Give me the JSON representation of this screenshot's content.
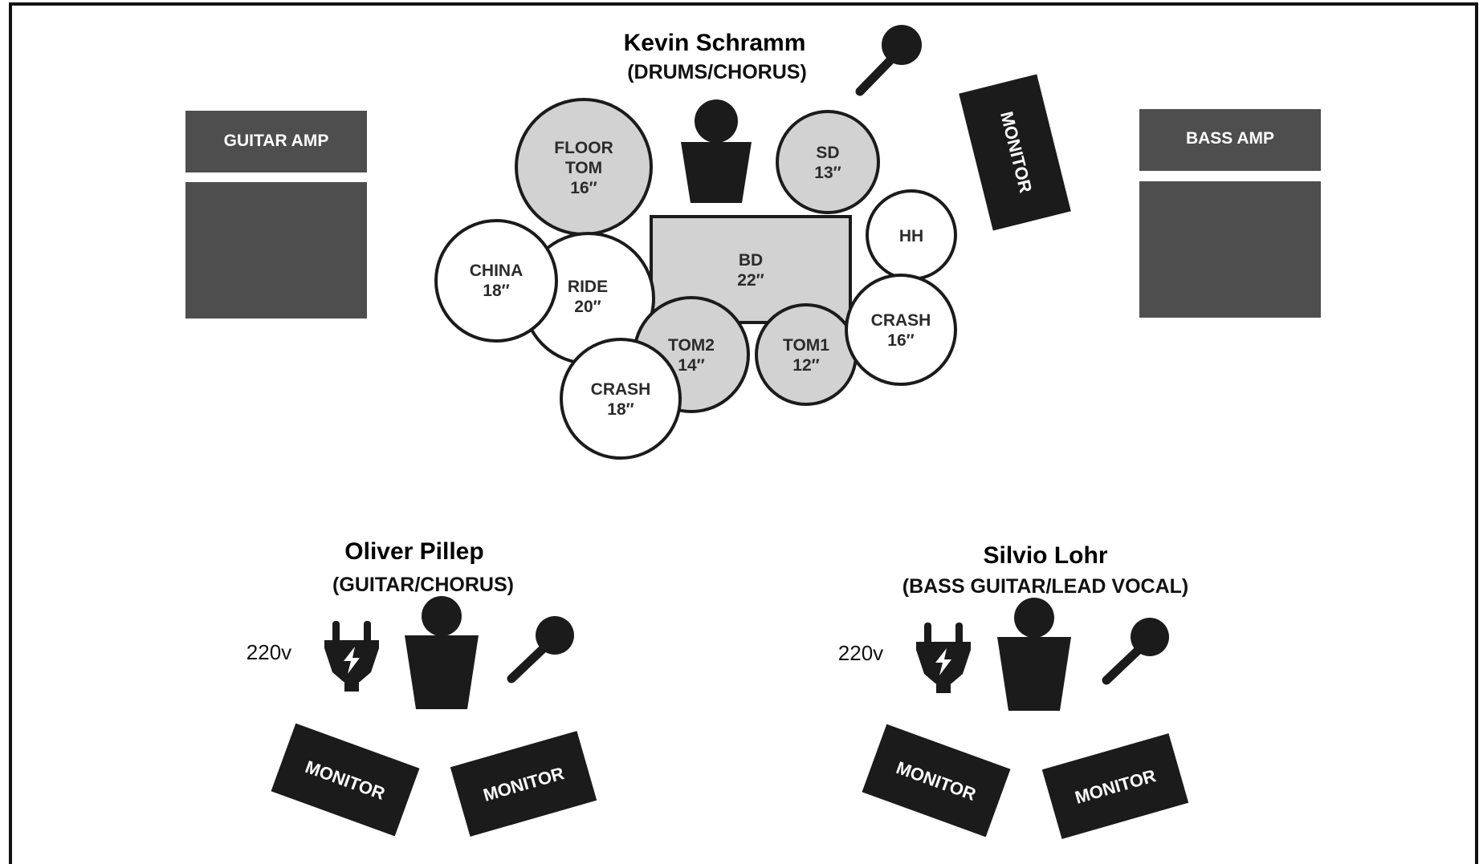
{
  "colors": {
    "ink": "#1b1b1b",
    "amp": "#4e4e4e",
    "drum_fill": "#d2d2d2",
    "cymbal_fill": "#ffffff"
  },
  "amps": {
    "guitar": "GUITAR AMP",
    "bass": "BASS AMP"
  },
  "monitor_label": "MONITOR",
  "drummer": {
    "name": "Kevin Schramm",
    "role": "(DRUMS/CHORUS)"
  },
  "guitarist": {
    "name": "Oliver Pillep",
    "role": "(GUITAR/CHORUS)",
    "power": "220v"
  },
  "bassist": {
    "name": "Silvio Lohr",
    "role": "(BASS GUITAR/LEAD VOCAL)",
    "power": "220v"
  },
  "kit": {
    "floor_tom": [
      "FLOOR",
      "TOM",
      "16″"
    ],
    "snare": [
      "SD",
      "13″"
    ],
    "hihat": [
      "HH"
    ],
    "china": [
      "CHINA",
      "18″"
    ],
    "ride": [
      "RIDE",
      "20″"
    ],
    "bass_drum": [
      "BD",
      "22″"
    ],
    "tom2": [
      "TOM2",
      "14″"
    ],
    "tom1": [
      "TOM1",
      "12″"
    ],
    "crash_right": [
      "CRASH",
      "16″"
    ],
    "crash_left": [
      "CRASH",
      "18″"
    ]
  },
  "icons": {
    "mic": "microphone-icon",
    "person": "person-icon",
    "plug": "power-plug-icon"
  }
}
